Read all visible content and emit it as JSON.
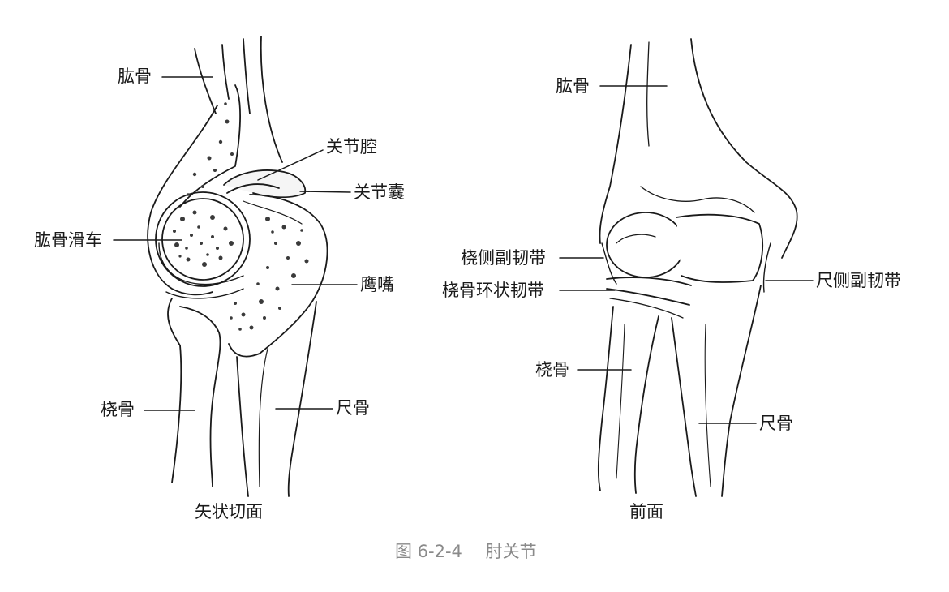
{
  "left_view": {
    "title": "矢状切面",
    "labels": {
      "humerus": "肱骨",
      "joint_cavity": "关节腔",
      "joint_capsule": "关节囊",
      "trochlea": "肱骨滑车",
      "olecranon": "鹰嘴",
      "radius": "桡骨",
      "ulna": "尺骨"
    }
  },
  "right_view": {
    "title": "前面",
    "labels": {
      "humerus": "肱骨",
      "radial_collateral": "桡侧副韧带",
      "annular": "桡骨环状韧带",
      "ulnar_collateral": "尺侧副韧带",
      "radius": "桡骨",
      "ulna": "尺骨"
    }
  },
  "caption": {
    "number": "图 6-2-4",
    "title": "肘关节"
  },
  "colors": {
    "line": "#1a1a1a",
    "caption": "#8a8a8a",
    "bone_fill": "#ffffff",
    "spongy": "#3a3a3a"
  }
}
